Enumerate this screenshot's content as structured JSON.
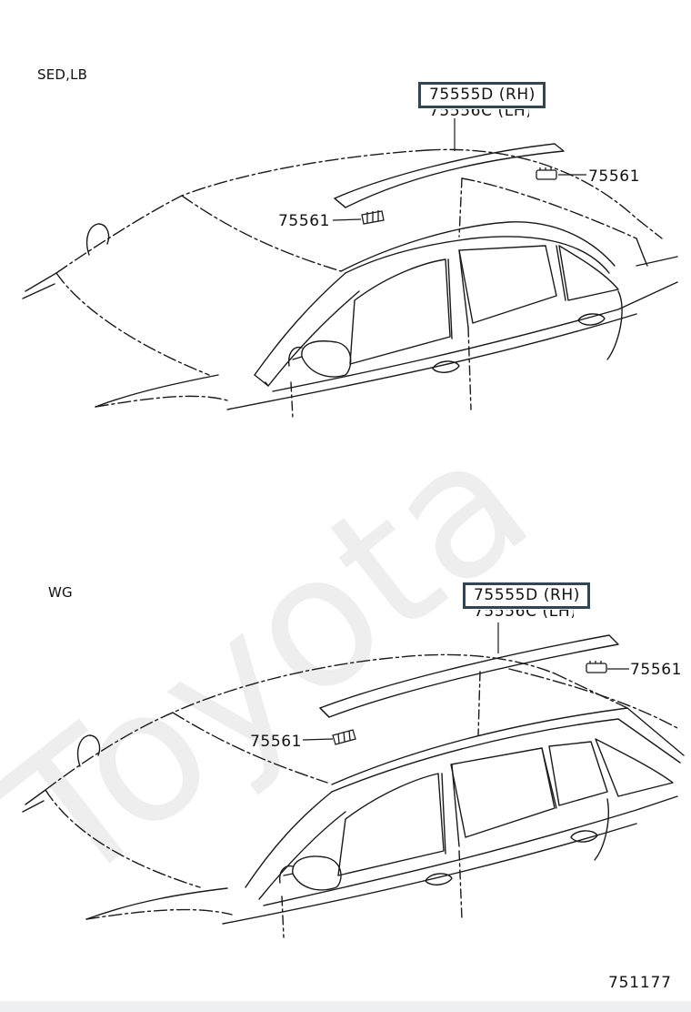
{
  "diagrams": [
    {
      "variant_label": "SED,LB",
      "boxed_part": "75555D (RH)",
      "secondary_part": "75556C (LH)",
      "clip_part_right": "75561",
      "clip_part_left": "75561"
    },
    {
      "variant_label": "WG",
      "boxed_part": "75555D (RH)",
      "secondary_part": "75556C (LH)",
      "clip_part_right": "75561",
      "clip_part_left": "75561"
    }
  ],
  "figure_number": "751177",
  "watermark": "Toyota",
  "colors": {
    "line": "#1a1a1a",
    "callout_box": "#2f4656",
    "watermark": "#eeeeee"
  }
}
